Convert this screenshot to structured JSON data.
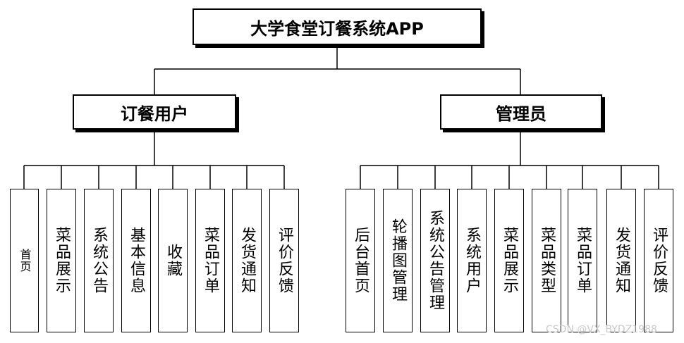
{
  "root": {
    "label": "大学食堂订餐系统APP"
  },
  "roles": [
    {
      "label": "订餐用户",
      "items": [
        "首页",
        "菜品展示",
        "系统公告",
        "基本信息",
        "收藏",
        "菜品订单",
        "发货通知",
        "评价反馈"
      ]
    },
    {
      "label": "管理员",
      "items": [
        "后台首页",
        "轮播图管理",
        "系统公告管理",
        "系统用户",
        "菜品展示",
        "菜品类型",
        "菜品订单",
        "发货通知",
        "评价反馈"
      ]
    }
  ],
  "watermark": "CSDN @VX_BYDZ1988"
}
